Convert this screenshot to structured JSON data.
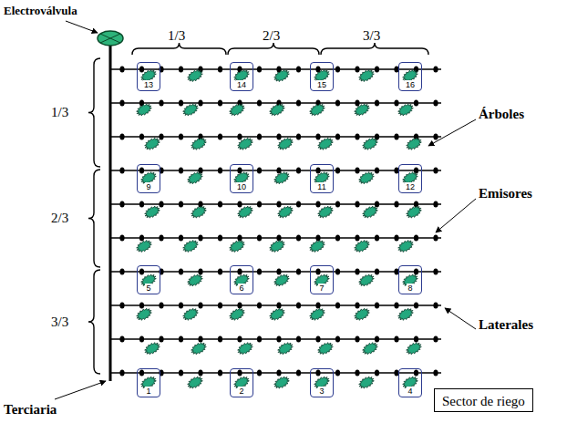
{
  "diagram": {
    "nodes": [
      {
        "text": [
          "13"
        ]
      },
      {
        "text": [
          "14"
        ]
      },
      {
        "text": [
          "15"
        ]
      },
      {
        "text": [
          "16"
        ]
      },
      {
        "text": [
          "9"
        ]
      },
      {
        "text": [
          "10"
        ]
      },
      {
        "text": [
          "11"
        ]
      },
      {
        "text": [
          "12"
        ]
      },
      {
        "text": [
          "5"
        ]
      },
      {
        "text": [
          "6"
        ]
      },
      {
        "text": [
          "7"
        ]
      },
      {
        "text": [
          "8"
        ]
      },
      {
        "text": [
          "1"
        ]
      },
      {
        "text": [
          "2"
        ]
      },
      {
        "text": [
          "3"
        ]
      },
      {
        "text": [
          "4"
        ]
      },
      {
        "text": [
          "Sector de riego"
        ]
      }
    ],
    "labels": [
      "Electroválvula",
      "1/3",
      "2/3",
      "3/3",
      "1/3",
      "2/3",
      "3/3",
      "Árboles",
      "Emisores",
      "Laterales",
      "Terciaria"
    ]
  }
}
